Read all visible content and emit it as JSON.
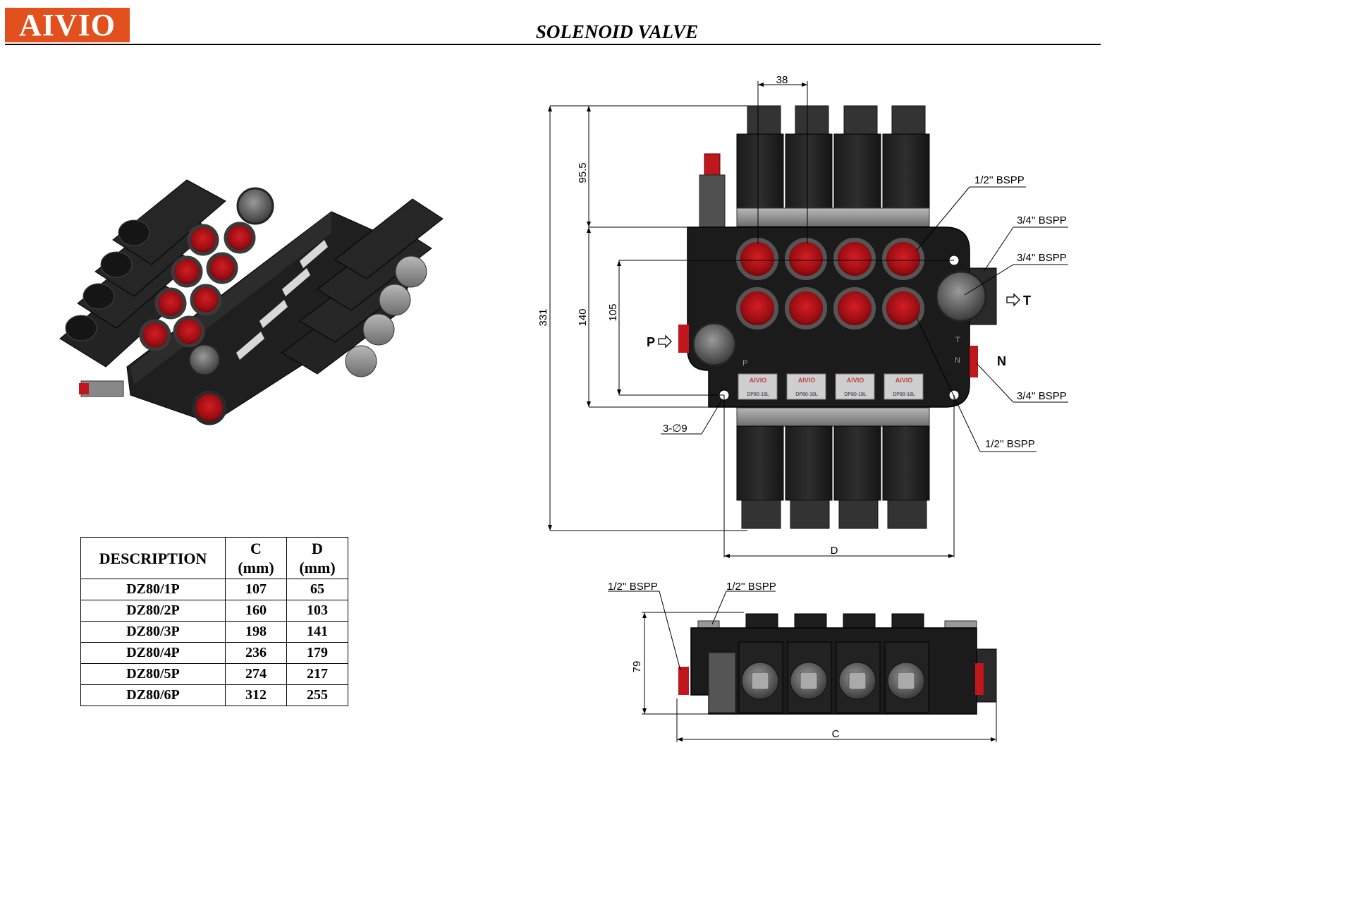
{
  "brand": "AIVIO",
  "title": "SOLENOID VALVE",
  "table": {
    "headers": {
      "description": "DESCRIPTION",
      "c_name": "C",
      "c_unit": "(mm)",
      "d_name": "D",
      "d_unit": "(mm)"
    },
    "rows": [
      {
        "description": "DZ80/1P",
        "c": "107",
        "d": "65"
      },
      {
        "description": "DZ80/2P",
        "c": "160",
        "d": "103"
      },
      {
        "description": "DZ80/3P",
        "c": "198",
        "d": "141"
      },
      {
        "description": "DZ80/4P",
        "c": "236",
        "d": "179"
      },
      {
        "description": "DZ80/5P",
        "c": "274",
        "d": "217"
      },
      {
        "description": "DZ80/6P",
        "c": "312",
        "d": "255"
      }
    ]
  },
  "drawing": {
    "dimensions": {
      "spool_pitch": "38",
      "upper_height": "95.5",
      "overall_height": "331",
      "body_height": "140",
      "hole_spacing": "105",
      "width_d": "D",
      "side_height": "79",
      "length_c": "C"
    },
    "ports": {
      "work_port_top": "1/2'' BSPP",
      "inlet_right_top": "3/4'' BSPP",
      "tank_port": "3/4'' BSPP",
      "n_port": "3/4'' BSPP",
      "work_port_bottom": "1/2'' BSPP",
      "mount_holes": "3-∅9",
      "side_port_left": "1/2'' BSPP",
      "side_port_right": "1/2'' BSPP"
    },
    "port_letters": {
      "p": "P",
      "t": "T",
      "n": "N",
      "p_small": "P",
      "t_small": "T",
      "n_small": "N"
    },
    "plate_label": "AIVIO",
    "plate_model": "DP80-18L"
  }
}
